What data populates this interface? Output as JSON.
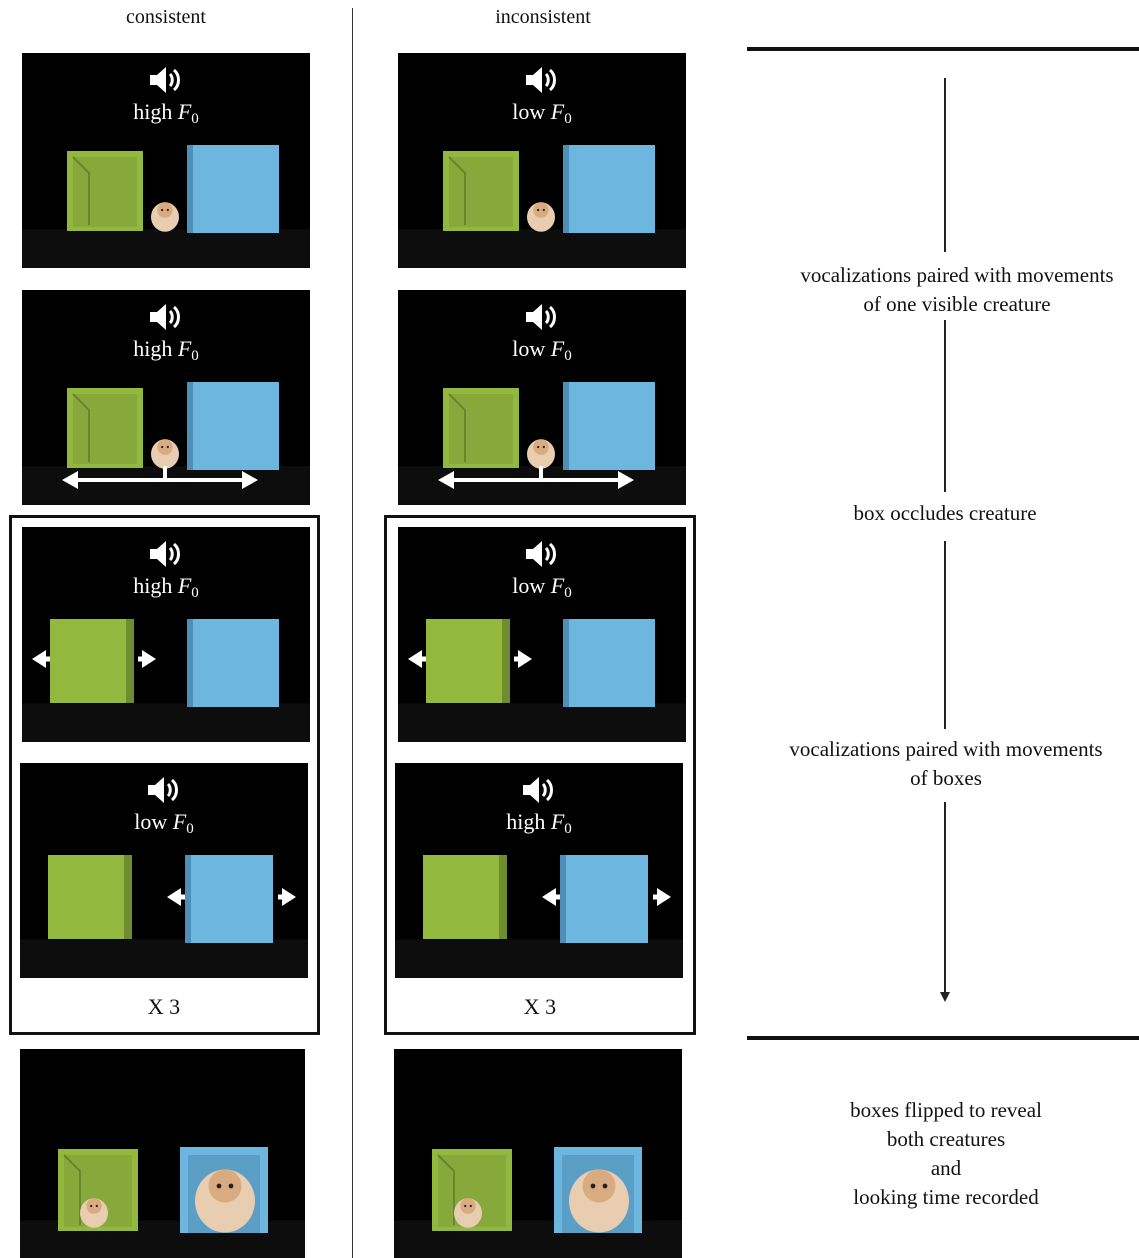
{
  "columns": {
    "left": "consistent",
    "right": "inconsistent"
  },
  "panels": {
    "c1": {
      "word": "high",
      "var": "F",
      "sub": "0"
    },
    "i1": {
      "word": "low",
      "var": "F",
      "sub": "0"
    },
    "c2": {
      "word": "high",
      "var": "F",
      "sub": "0"
    },
    "i2": {
      "word": "low",
      "var": "F",
      "sub": "0"
    },
    "c3": {
      "word": "high",
      "var": "F",
      "sub": "0"
    },
    "i3": {
      "word": "low",
      "var": "F",
      "sub": "0"
    },
    "c4": {
      "word": "low",
      "var": "F",
      "sub": "0"
    },
    "i4": {
      "word": "high",
      "var": "F",
      "sub": "0"
    }
  },
  "repeat": {
    "left": "X 3",
    "right": "X 3"
  },
  "timeline": {
    "step1_line1": "vocalizations paired with movements",
    "step1_line2": "of one visible creature",
    "step2": "box occludes creature",
    "step3_line1": "vocalizations paired with movements",
    "step3_line2": "of boxes",
    "final_line1": "boxes flipped to reveal",
    "final_line2": "both creatures",
    "final_line3": "and",
    "final_line4": "looking time recorded"
  },
  "colors": {
    "background": "#000000",
    "green_box": "#93b83e",
    "blue_box": "#6cb6df",
    "creature": "#e8cdb0",
    "arrow": "#ffffff"
  },
  "icons": [
    "speaker-icon",
    "double-arrow-icon"
  ]
}
